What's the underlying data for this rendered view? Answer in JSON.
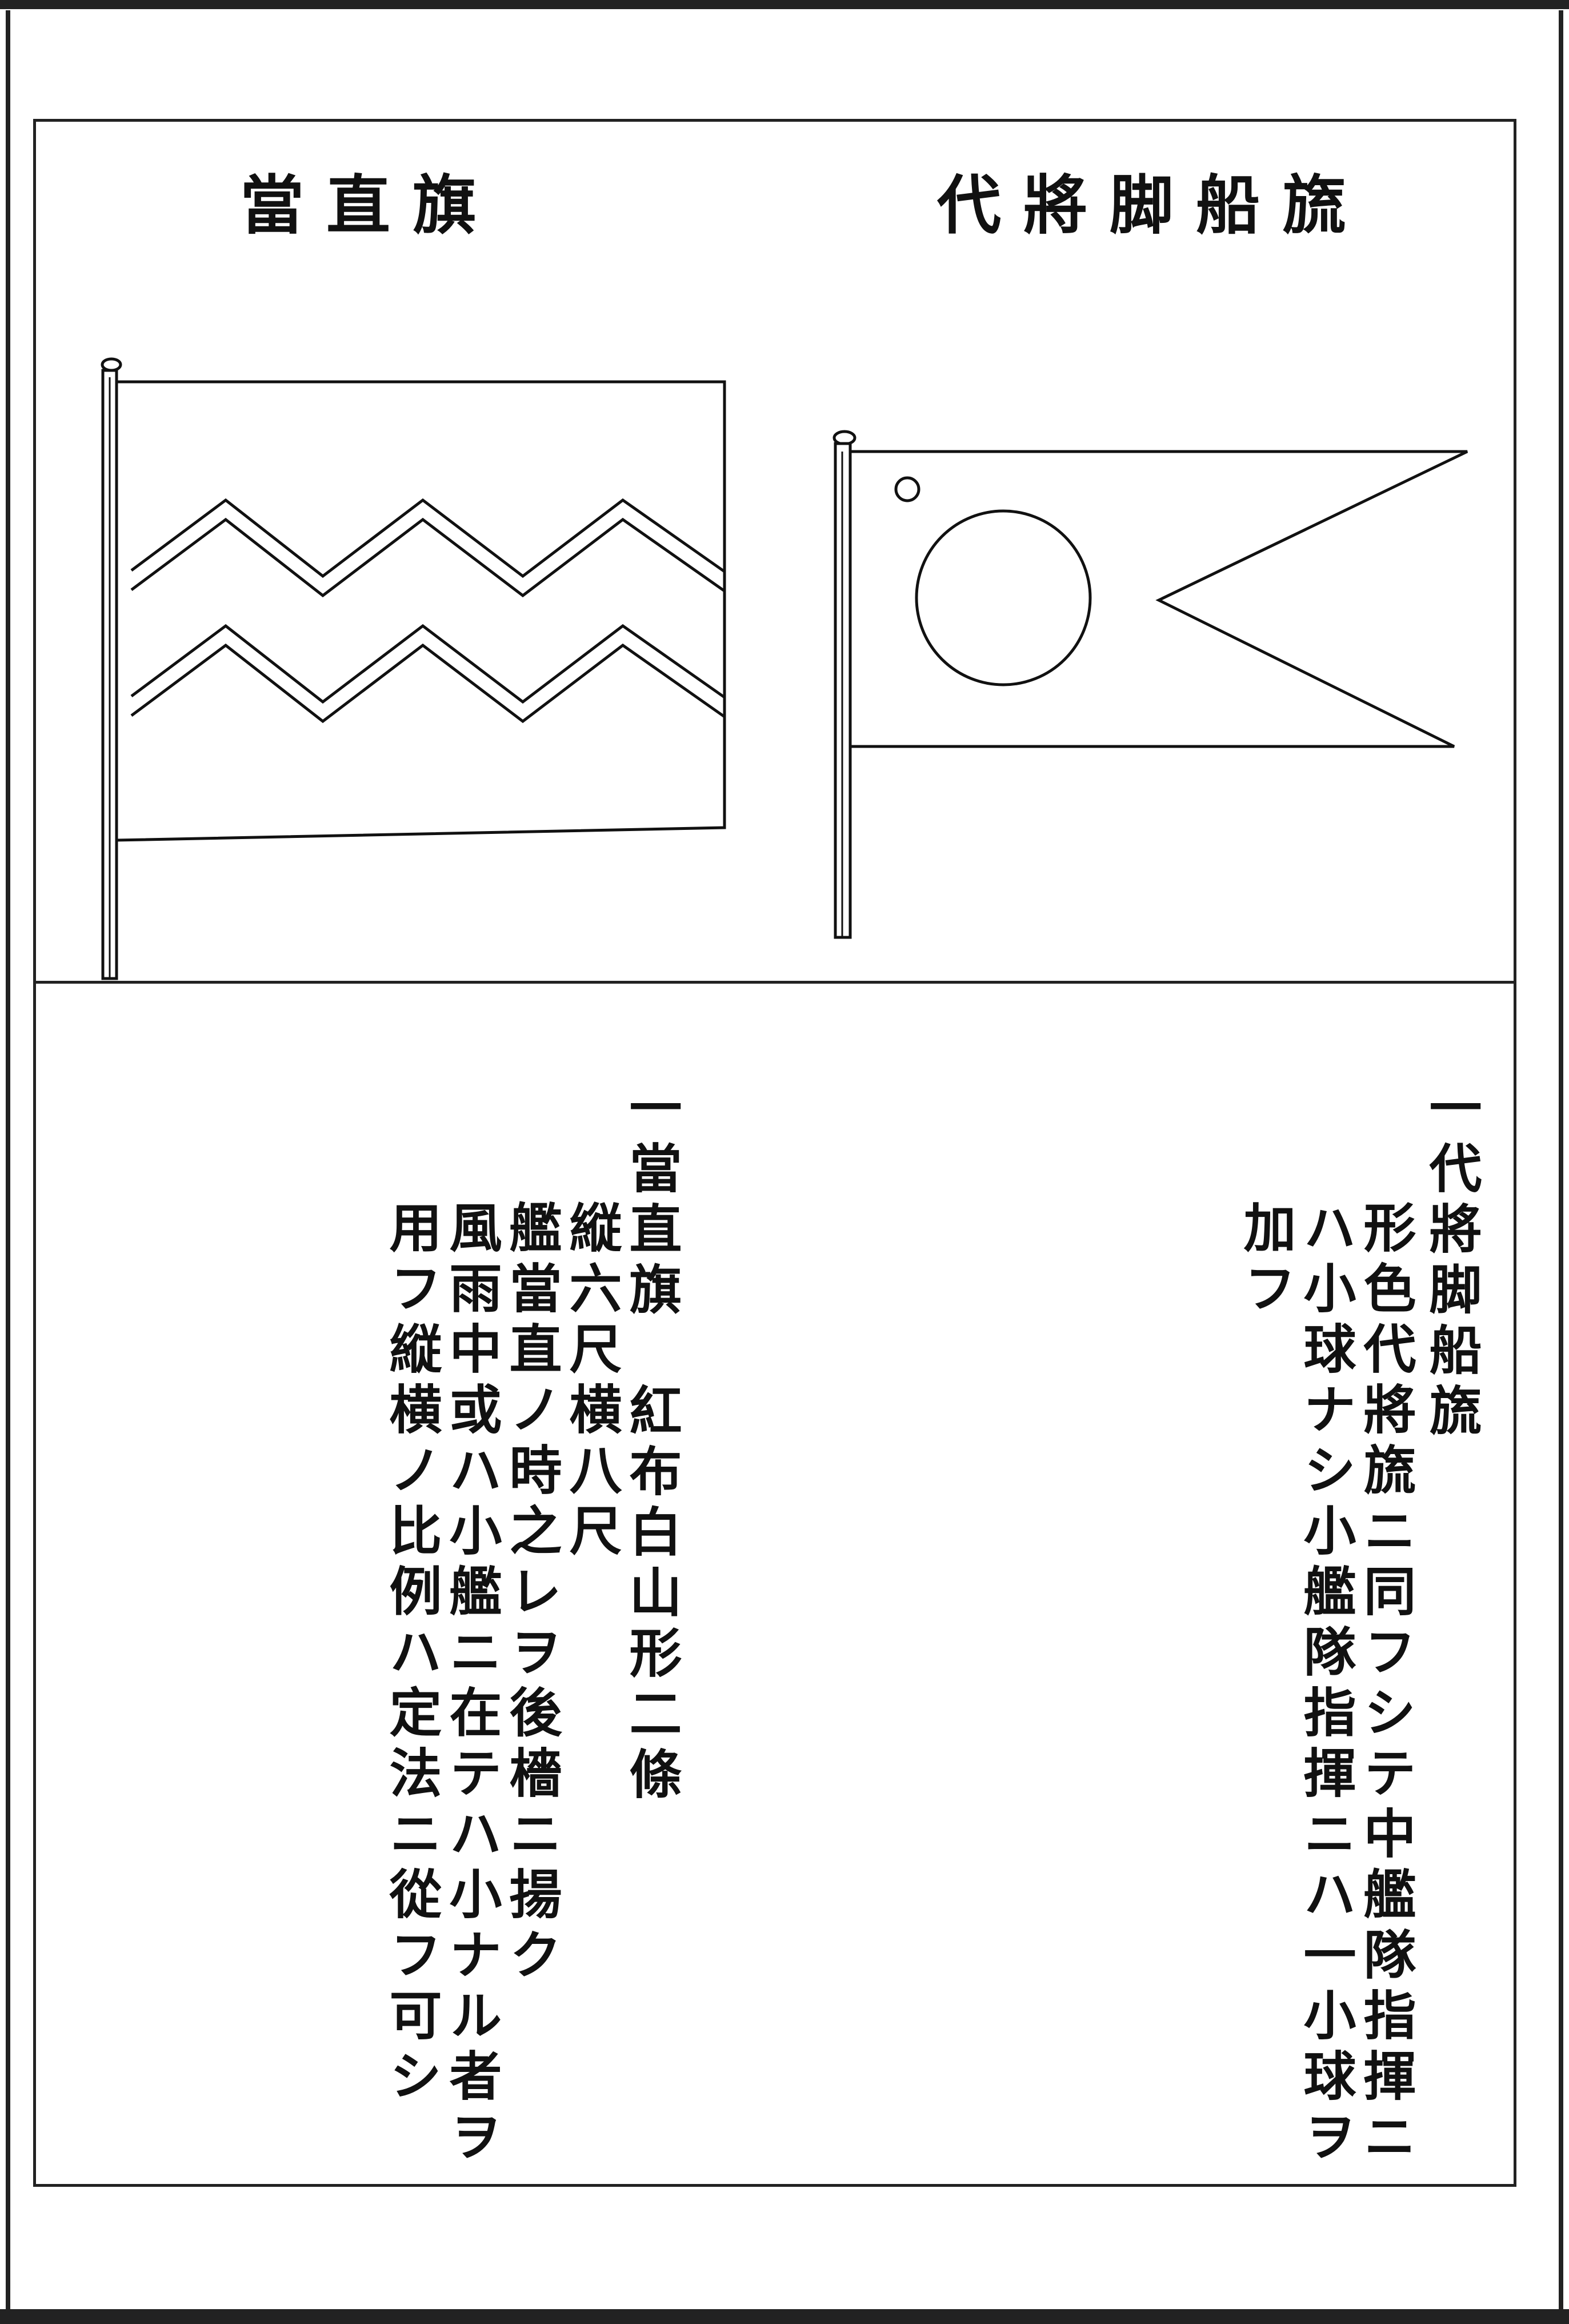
{
  "titles": {
    "left": "當 直 旗",
    "right": "代 將 脚 船 旒"
  },
  "left_text": {
    "head": "一當直旗　紅布白山形二條",
    "lines": [
      "縦六尺横八尺",
      "艦當直ノ時之レヲ後檣ニ揚ク",
      "風雨中或ハ小艦ニ在テハ小ナル者ヲ",
      "用フ縦横ノ比例ハ定法ニ從フ可シ"
    ]
  },
  "right_text": {
    "head": "一代將脚船旒",
    "lines": [
      "形色代將旒ニ同フシテ中艦隊指揮ニ",
      "ハ小球ナシ小艦隊指揮ニハ一小球ヲ",
      "加フ"
    ]
  },
  "colors": {
    "ink": "#111111",
    "paper": "#ffffff"
  }
}
